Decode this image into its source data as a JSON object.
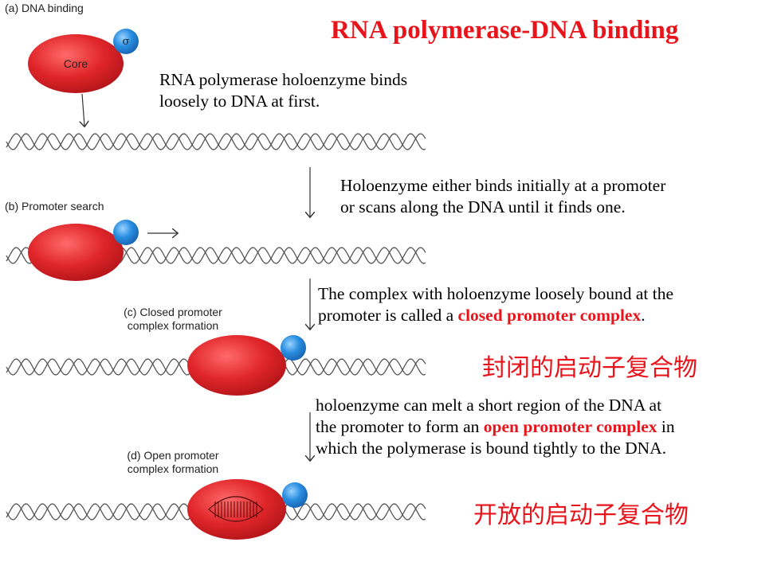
{
  "title": "RNA polymerase-DNA  binding",
  "panels": {
    "a": {
      "label": "(a) DNA binding",
      "core_label": "Core",
      "sigma_label": "σ"
    },
    "b": {
      "label": "(b) Promoter search"
    },
    "c": {
      "label_line1": "(c) Closed promoter",
      "label_line2": "complex formation"
    },
    "d": {
      "label_line1": "(d) Open promoter",
      "label_line2": "complex formation"
    }
  },
  "descriptions": {
    "d1": {
      "line1": "RNA polymerase holoenzyme binds",
      "line2": "loosely to DNA at first."
    },
    "d2": {
      "line1": "Holoenzyme either binds initially at a promoter",
      "line2": "or scans along the DNA until it finds one."
    },
    "d3": {
      "line1": "The complex with holoenzyme loosely bound at the",
      "line2_pre": "promoter is called a ",
      "line2_hl": "closed promoter complex",
      "line2_post": "."
    },
    "d4": {
      "line1": "holoenzyme can melt a short region of the DNA at",
      "line2_pre": "the promoter to form an ",
      "line2_hl": "open promoter complex",
      "line2_post": " in",
      "line3": "which the polymerase is bound tightly to the DNA."
    }
  },
  "chinese": {
    "closed": "封闭的启动子复合物",
    "open": "开放的启动子复合物"
  },
  "colors": {
    "title_red": "#e8141b",
    "enzyme_red": "#e0262a",
    "sigma_blue": "#2a8ee0",
    "dna_gray": "#555555"
  }
}
